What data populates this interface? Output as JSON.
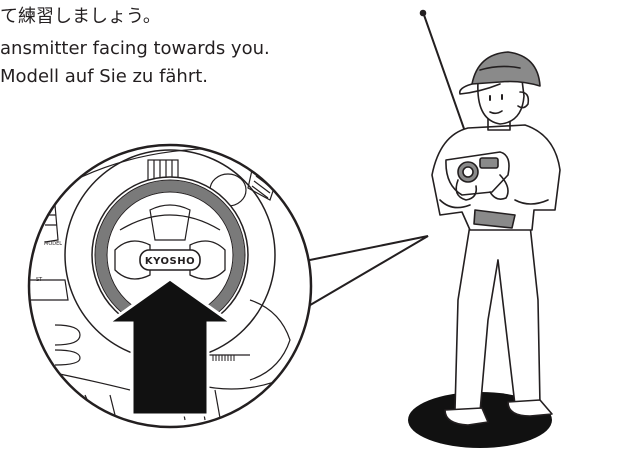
{
  "instructions": {
    "japanese": "て練習しましょう。",
    "english": "ansmitter facing towards you.",
    "german": "Modell auf Sie zu fährt."
  },
  "illustration": {
    "brand_label": "KYOSHO",
    "st_label": "ST",
    "model_label": "MODEL"
  }
}
